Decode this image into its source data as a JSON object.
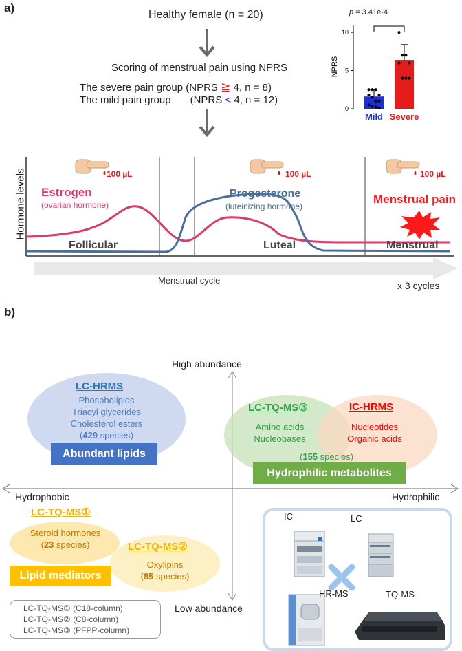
{
  "panel_a": {
    "label": "a)",
    "cohort": "Healthy female (n = 20)",
    "scoring_title": "Scoring of menstrual pain using NPRS",
    "severe_group": {
      "pre": "The severe pain group (NPRS ",
      "op": "≧",
      "post": " 4, n = 8)"
    },
    "mild_group": {
      "pre": "The mild pain group",
      "mid": "(NPRS ",
      "op": "<",
      "post": " 4, n = 12)"
    },
    "pvalue_prefix": "p",
    "pvalue_value": " = 3.41e-4",
    "timeline": {
      "y_axis_label": "Hormone levels",
      "sample_volume": "100 µL",
      "estrogen": "Estrogen",
      "estrogen_desc": "(ovarian hormone)",
      "progesterone": "Progesterone",
      "progesterone_desc": "(luteinizing hormone)",
      "menstrual_pain": "Menstrual pain",
      "phases": [
        "Follicular",
        "Luteal",
        "Menstrual"
      ],
      "cycle_label": "Menstrual cycle",
      "repeat_label": "x 3 cycles"
    }
  },
  "chart_data": {
    "type": "bar",
    "categories": [
      "Mild",
      "Severe"
    ],
    "values": [
      1.6,
      6.4
    ],
    "errors": [
      0.9,
      2.0
    ],
    "points": {
      "Mild": [
        2.5,
        2.5,
        2.5,
        1.8,
        1.8,
        1.5,
        1.0,
        1.0,
        0.5,
        0.3,
        0.2,
        0.1
      ],
      "Severe": [
        10,
        7,
        7,
        6,
        6,
        4,
        4,
        4
      ]
    },
    "ylabel": "NPRS",
    "ylim": [
      0,
      11
    ],
    "yticks": [
      0,
      5,
      10
    ],
    "colors": [
      "#1a2fd6",
      "#e51c1c"
    ]
  },
  "panel_b": {
    "label": "b)",
    "axis": {
      "top": "High abundance",
      "bottom": "Low abundance",
      "left": "Hydrophobic",
      "right": "Hydrophilic"
    },
    "lc_hrms": {
      "title": "LC-HRMS",
      "items": [
        "Phospholipids",
        "Triacyl glycerides",
        "Cholesterol esters"
      ],
      "count_pre": "(",
      "count": "429",
      "count_post": " species)",
      "box": "Abundant lipids"
    },
    "lc_tq3": {
      "title": "LC-TQ-MS③",
      "items": [
        "Amino acids",
        "Nucleobases"
      ]
    },
    "ic_hrms": {
      "title": "IC-HRMS",
      "items": [
        "Nucleotides",
        "Organic acids"
      ]
    },
    "hydrophilic_count": {
      "pre": "(",
      "count": "155",
      "post": " species)"
    },
    "hydrophilic_box": "Hydrophilic metabolites",
    "lc_tq1": {
      "title": "LC-TQ-MS①",
      "item": "Steroid hormones",
      "count_pre": "(",
      "count": "23",
      "count_post": " species)"
    },
    "lc_tq2": {
      "title": "LC-TQ-MS②",
      "item": "Oxylipins",
      "count_pre": "(",
      "count": "85",
      "count_post": " species)"
    },
    "lipid_box": "Lipid mediators",
    "legend": [
      "LC-TQ-MS① (C18-column)",
      "LC-TQ-MS② (C8-column)",
      "LC-TQ-MS③ (PFPP-column)"
    ],
    "instruments": [
      "IC",
      "LC",
      "HR-MS",
      "TQ-MS"
    ],
    "colors": {
      "blue": "#4472c4",
      "green": "#70ad47",
      "red": "#ff0000",
      "orange": "#ffc000",
      "estrogen": "#d63d6b",
      "progesterone": "#4a6e9a"
    }
  }
}
